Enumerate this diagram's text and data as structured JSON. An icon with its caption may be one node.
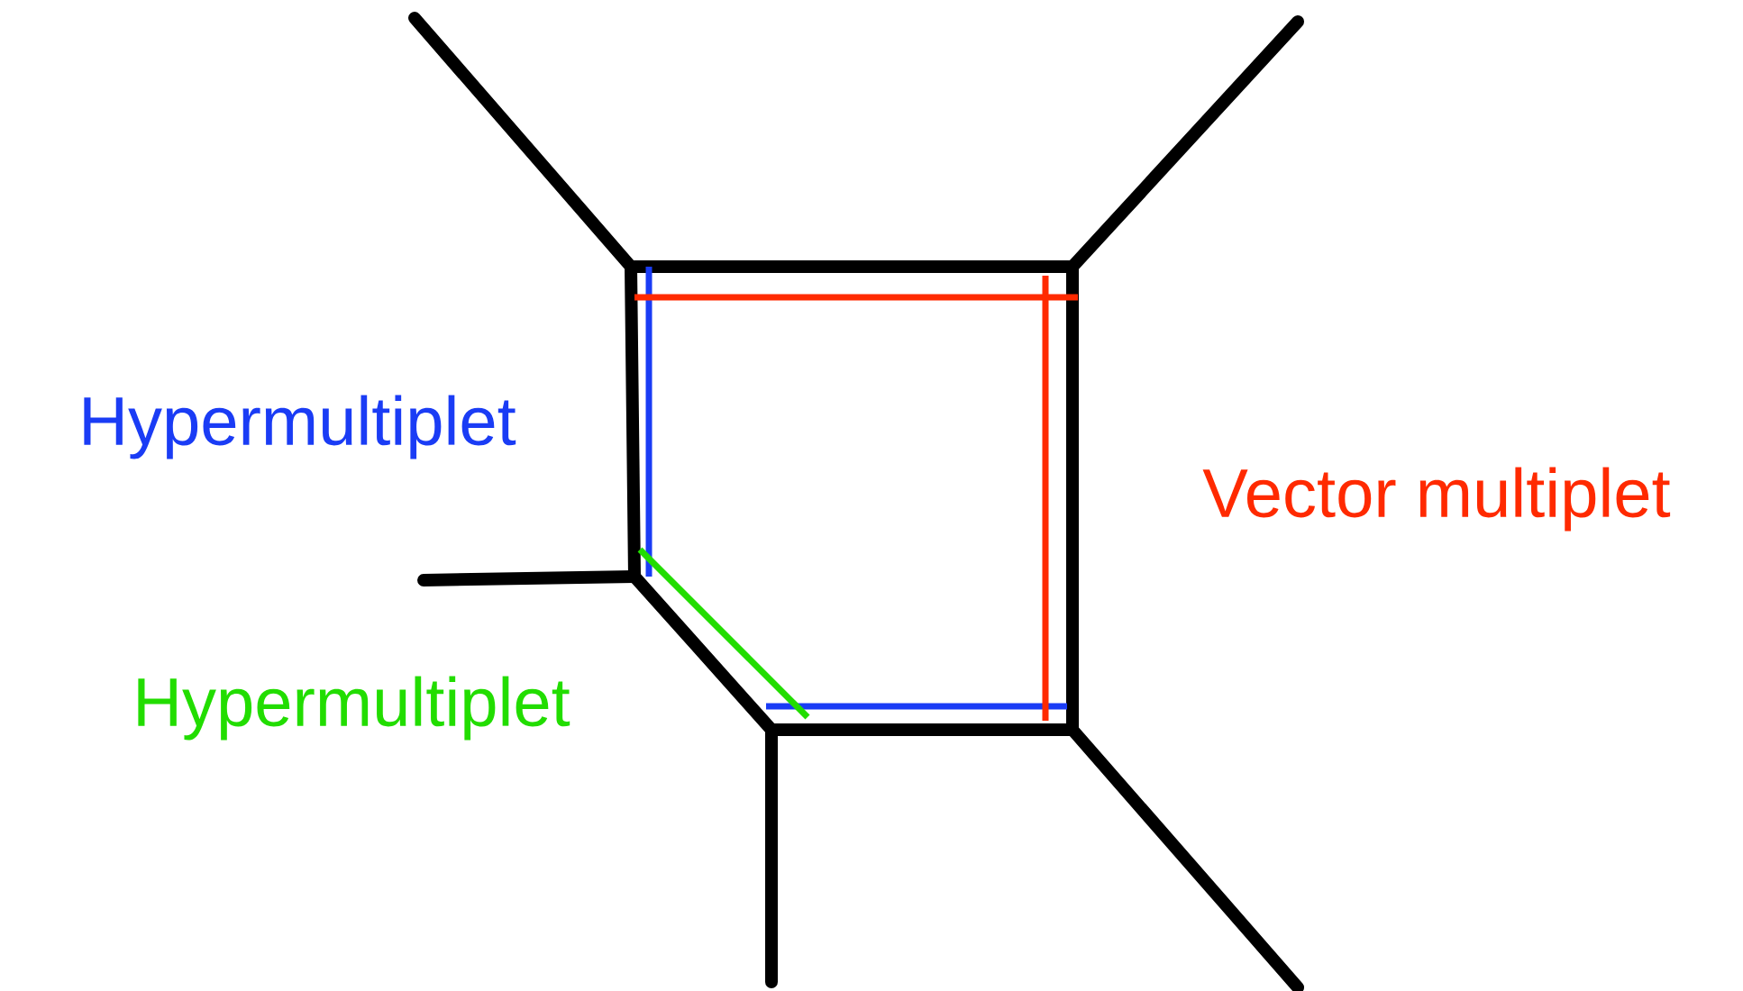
{
  "diagram": {
    "labels": [
      "Hypermultiplet",
      "Vector multiplet",
      "Hypermultiplet"
    ]
  }
}
